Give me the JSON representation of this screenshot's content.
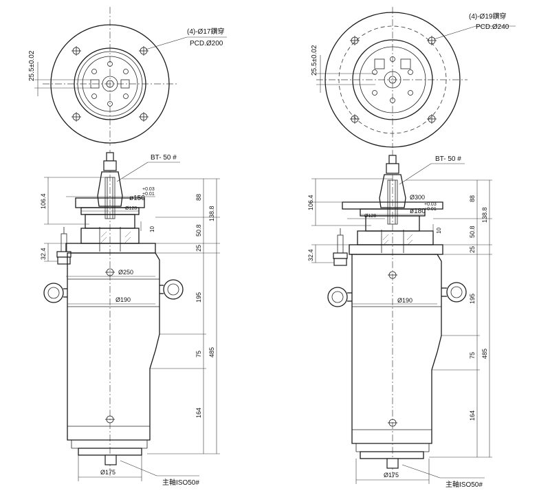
{
  "left_view": {
    "hole_note": "(4)-Ø17鑽穿",
    "pcd_note": "PCD.Ø200",
    "height_tol": "25.5±0.02",
    "bt_label": "BT- 50 #",
    "dia_150": "ø150",
    "tol_plus": "+0.03",
    "tol_minus": "+0.01",
    "dia_128": "Ø128",
    "dia_250": "Ø250",
    "dia_190": "Ø190",
    "dia_175": "Ø175",
    "spindle_label": "主軸ISO50#",
    "dim_106_4": "106.4",
    "dim_32_4": "32.4",
    "dim_88": "88",
    "dim_138_8": "138.8",
    "dim_50_8": "50.8",
    "dim_10": "10",
    "dim_25": "25",
    "dim_195": "195",
    "dim_75": "75",
    "dim_485": "485",
    "dim_164": "164"
  },
  "right_view": {
    "hole_note": "(4)-Ø19鑽穿",
    "pcd_note": "PCD.Ø240",
    "height_tol": "25.5±0.02",
    "bt_label": "BT- 50 #",
    "dia_300": "Ø300",
    "dia_180": "ø180",
    "tol_plus": "+0.03",
    "tol_minus": "+0.01",
    "dia_128": "Ø128",
    "dia_190": "Ø190",
    "dia_175": "Ø175",
    "spindle_label": "主軸ISO50#",
    "dim_106_4": "106.4",
    "dim_32_4": "32.4",
    "dim_88": "88",
    "dim_138_8": "138.8",
    "dim_50_8": "50.8",
    "dim_10": "10",
    "dim_25": "25",
    "dim_195": "195",
    "dim_75": "75",
    "dim_485": "485",
    "dim_164": "164"
  }
}
